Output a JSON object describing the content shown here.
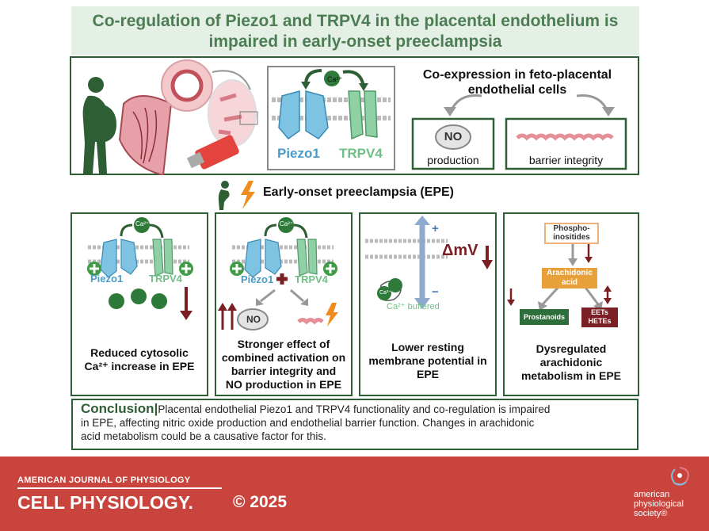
{
  "title": {
    "line1": "Co-regulation of Piezo1 and TRPV4 in the placental endothelium is",
    "line2": "impaired in early-onset preeclampsia"
  },
  "top": {
    "co_expression_line1": "Co-expression in feto-placental",
    "co_expression_line2": "endothelial cells",
    "no_label": "NO",
    "no_caption": "production",
    "barrier_caption": "barrier integrity",
    "piezo_label": "Piezo1",
    "trpv_label": "TRPV4",
    "ca_label": "Ca²⁺"
  },
  "epe_heading": "Early-onset preeclampsia (EPE)",
  "panels": [
    {
      "caption_line1": "Reduced cytosolic",
      "caption_line2": "Ca²⁺ increase  in EPE",
      "piezo": "Piezo1",
      "trpv": "TRPV4",
      "ca": "Ca²⁺"
    },
    {
      "caption_line1": "Stronger effect of",
      "caption_line2": "combined activation on",
      "caption_line3": "barrier integrity and",
      "caption_line4": "NO production in EPE",
      "piezo": "Piezo1",
      "trpv": "TRPV4",
      "ca": "Ca²⁺",
      "no": "NO"
    },
    {
      "caption_line1": "Lower resting",
      "caption_line2": "membrane potential in",
      "caption_line3": "EPE",
      "delta": "ΔmV",
      "plus": "+",
      "minus": "−",
      "buffered": "Ca²⁺ buffered",
      "ca": "Ca²⁺"
    },
    {
      "caption_line1": "Dysregulated",
      "caption_line2": "arachidonic",
      "caption_line3": "metabolism in EPE",
      "box_phospho_1": "Phospho-",
      "box_phospho_2": "inositides",
      "box_aa_1": "Arachidonic",
      "box_aa_2": "acid",
      "box_prostanoids": "Prostanoids",
      "box_eet_1": "EETs",
      "box_eet_2": "HETEs"
    }
  ],
  "conclusion": {
    "heading": "Conclusion",
    "line1": "Placental endothelial Piezo1 and TRPV4 functionality and co-regulation is impaired",
    "line2": "in EPE, affecting nitric oxide production and endothelial barrier function. Changes in arachidonic",
    "line3": "acid metabolism could be a causative factor for this."
  },
  "footer": {
    "journal_small": "AMERICAN JOURNAL OF PHYSIOLOGY",
    "journal_big": "CELL PHYSIOLOGY.",
    "copyright": "© 2025",
    "society_1": "american",
    "society_2": "physiological",
    "society_3": "society®"
  },
  "colors": {
    "dark_green": "#2e5e34",
    "title_green": "#4d7d52",
    "title_bg": "#e4efe6",
    "footer_red": "#c8443c",
    "maroon": "#7a1f23",
    "piezo_blue": "#7ec3e2",
    "trpv_green": "#8fd0a4"
  }
}
